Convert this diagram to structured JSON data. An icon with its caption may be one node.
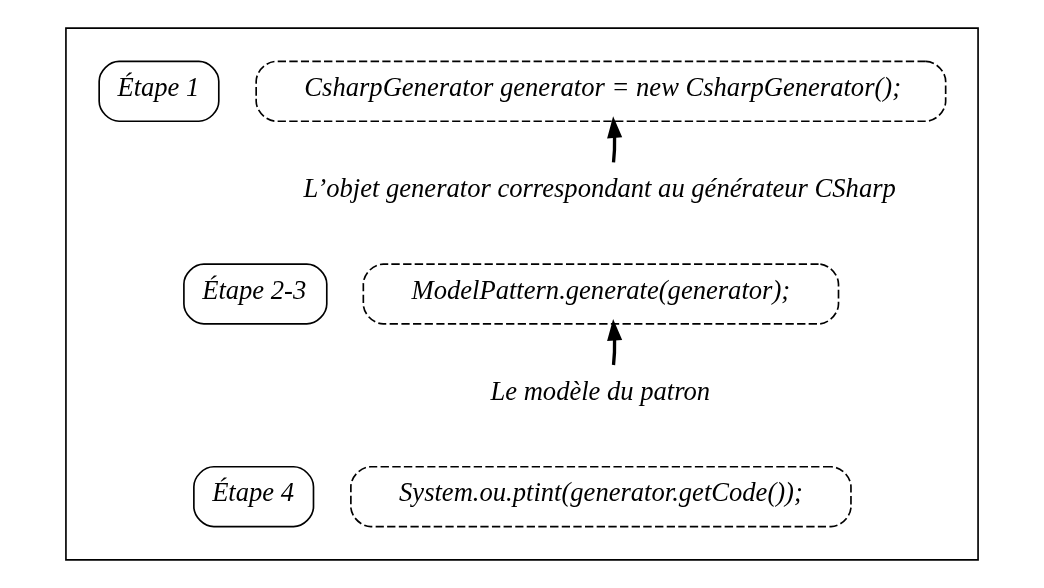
{
  "diagram": {
    "nodes": [
      {
        "text": [],
        "shape": "box"
      },
      {
        "text": [
          "Étape 1"
        ],
        "in": 0
      },
      {
        "text": [
          "CsharpGenerator generator = new CsharpGenerator();"
        ],
        "in": 0
      },
      {
        "text": [
          "L’objet generator correspondant au générateur CSharp"
        ],
        "in": 0
      },
      {
        "text": [
          "Étape 2-3"
        ],
        "in": 0
      },
      {
        "text": [
          "ModelPattern.generate(generator);"
        ],
        "in": 0
      },
      {
        "text": [
          "Le modèle du patron"
        ],
        "in": 0
      },
      {
        "text": [
          "Étape 4"
        ],
        "in": 0
      },
      {
        "text": [
          "System.ou.ptint(generator.getCode());"
        ],
        "in": 0
      }
    ],
    "edges": [
      {
        "from": 3,
        "to": 2,
        "arrow": "to"
      },
      {
        "from": 6,
        "to": 5,
        "arrow": "to"
      }
    ]
  }
}
